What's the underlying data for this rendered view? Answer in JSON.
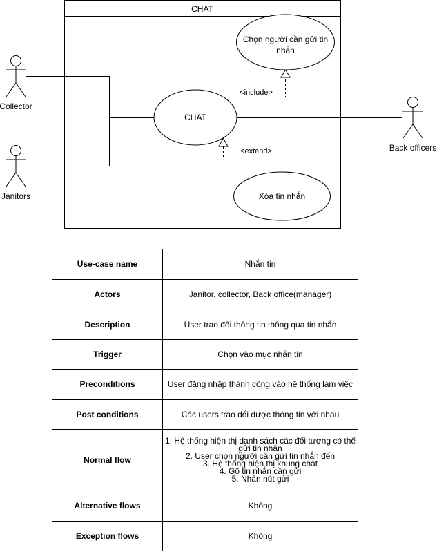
{
  "diagram": {
    "system_title": "CHAT",
    "actors": {
      "collector": "Collector",
      "janitors": "Janitors",
      "back_officers": "Back officers"
    },
    "use_cases": {
      "chat": "CHAT",
      "select_recipient_line1": "Chọn người cần gửi tin",
      "select_recipient_line2": "nhắn",
      "delete_message": "Xóa tin nhắn"
    },
    "relations": {
      "include": "<include>",
      "extend": "<extend>"
    }
  },
  "table": {
    "rows": [
      {
        "label": "Use-case name",
        "value": "Nhắn tin"
      },
      {
        "label": "Actors",
        "value": "Janitor, collector, Back office(manager)"
      },
      {
        "label": "Description",
        "value": "User trao đổi thông tin thông qua tin nhắn"
      },
      {
        "label": "Trigger",
        "value": "Chọn vào mục nhắn tin"
      },
      {
        "label": "Preconditions",
        "value": "User đăng nhập thành công vào hệ thống làm việc"
      },
      {
        "label": "Post conditions",
        "value": "Các users trao đổi được thông tin với nhau"
      },
      {
        "label": "Normal flow",
        "lines": [
          "1. Hệ thống hiện thị danh sách các đối tượng có thể",
          "gửi tin nhắn",
          "2. User chọn người cần gửi tin nhắn đến",
          "3. Hệ thống hiện thị khung chat",
          "4. Gõ tin nhắn cần gửi",
          "5. Nhấn nút gửi"
        ]
      },
      {
        "label": "Alternative flows",
        "value": "Không"
      },
      {
        "label": "Exception flows",
        "value": "Không"
      }
    ]
  }
}
